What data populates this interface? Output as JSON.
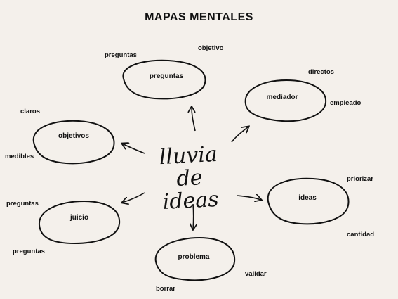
{
  "title": "MAPAS MENTALES",
  "center": {
    "line1": "lluvia de",
    "line2": "ideas"
  },
  "nodes": [
    {
      "label": "preguntas",
      "tags": [
        "preguntas",
        "objetivo"
      ]
    },
    {
      "label": "mediador",
      "tags": [
        "directos",
        "empleado"
      ]
    },
    {
      "label": "objetivos",
      "tags": [
        "claros",
        "medibles"
      ]
    },
    {
      "label": "ideas",
      "tags": [
        "priorizar",
        "cantidad"
      ]
    },
    {
      "label": "juicio",
      "tags": [
        "preguntas",
        "preguntas"
      ]
    },
    {
      "label": "problema",
      "tags": [
        "validar",
        "borrar"
      ]
    }
  ],
  "colors": {
    "background": "#f4f0eb",
    "ink": "#111111"
  }
}
